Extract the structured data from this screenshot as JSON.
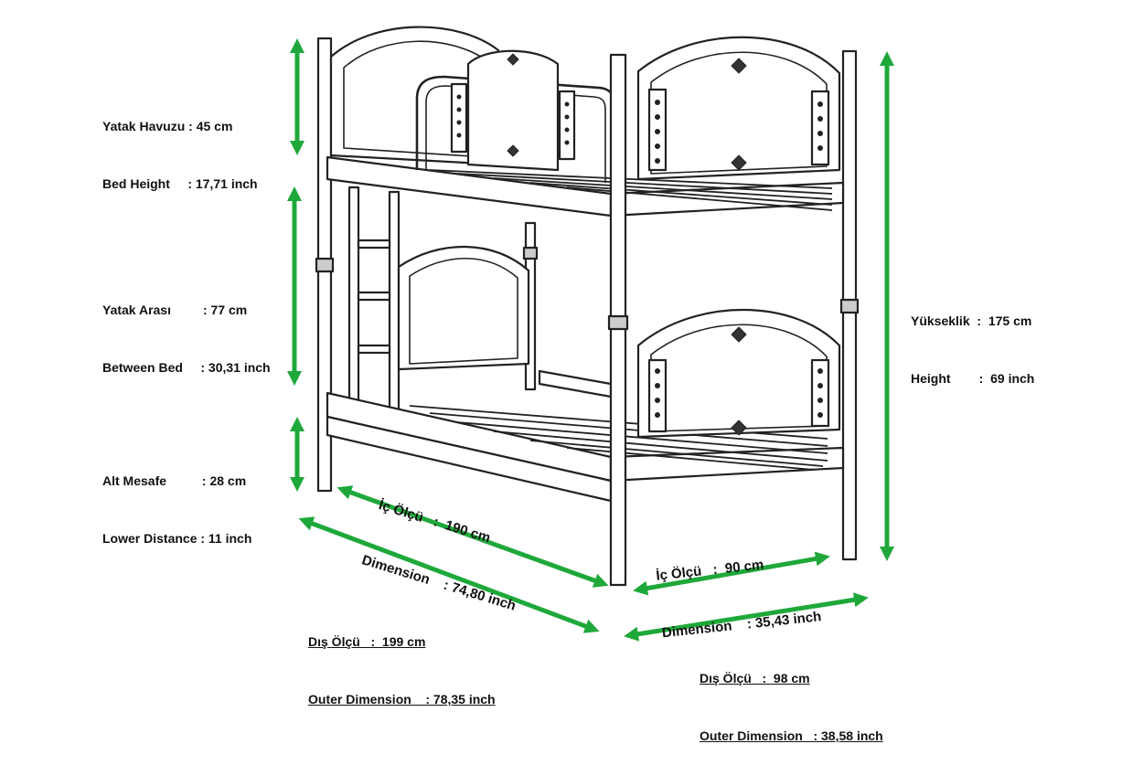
{
  "colors": {
    "arrow": "#1fa83a",
    "line": "#222222",
    "panel_fill": "#ffffff"
  },
  "labels": {
    "bed_height": {
      "line1": "Yatak Havuzu : 45 cm",
      "line2": "Bed Height     : 17,71 inch"
    },
    "between_bed": {
      "line1": "Yatak Arası         : 77 cm",
      "line2": "Between Bed     : 30,31 inch"
    },
    "lower_distance": {
      "line1": "Alt Mesafe          : 28 cm",
      "line2": "Lower Distance : 11 inch"
    },
    "height": {
      "line1": "Yükseklik  :  175 cm",
      "line2": "Height        :  69 inch"
    },
    "inner_length": {
      "line1": "İç Ölçü   :  190 cm",
      "line2": "Dimension    : 74,80 inch"
    },
    "inner_width": {
      "line1": "İç Ölçü   :  90 cm",
      "line2": "Dimension    : 35,43 inch"
    },
    "outer_length": {
      "line1": "Dış Ölçü   :  199 cm",
      "line2": "Outer Dimension    : 78,35 inch"
    },
    "outer_width": {
      "line1": "Dış Ölçü   :  98 cm",
      "line2": "Outer Dimension   : 38,58 inch"
    }
  }
}
